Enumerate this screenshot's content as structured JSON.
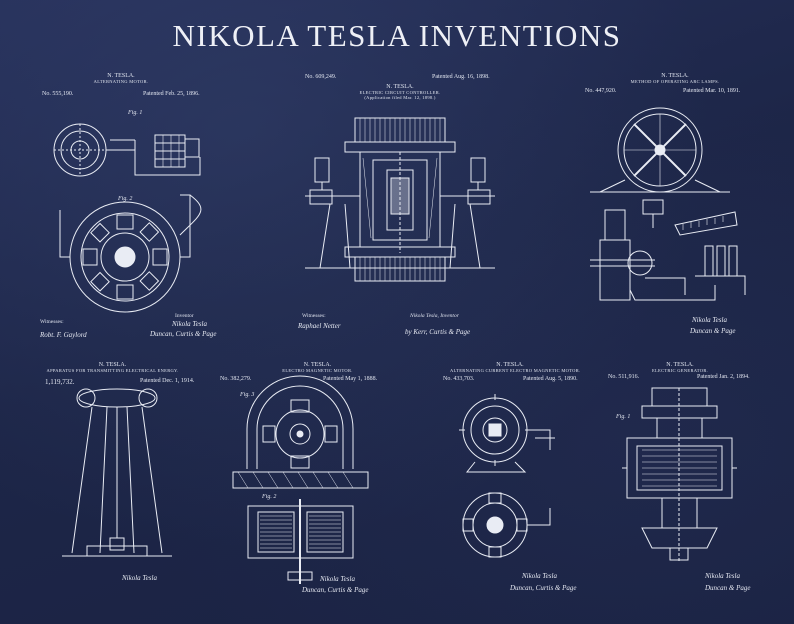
{
  "poster": {
    "title": "NIKOLA TESLA INVENTIONS",
    "background_color": "#1c2546",
    "ink_color": "#e9ecf4"
  },
  "patents": [
    {
      "inventor": "N. TESLA.",
      "subtitle": "ALTERNATING MOTOR.",
      "number": "No. 555,190.",
      "date": "Patented Feb. 25, 1896.",
      "fig_labels": [
        "Fig. 1",
        "Fig. 2"
      ],
      "witnesses_label": "Witnesses:",
      "inventor_label": "Inventor",
      "signature_inventor": "Nikola Tesla",
      "signature_attorneys": "Duncan, Curtis & Page",
      "signature_witness": "Robt. F. Gaylord"
    },
    {
      "number": "No. 609,249.",
      "inventor": "N. TESLA.",
      "date": "Patented Aug. 16, 1898.",
      "subtitle": "ELECTRIC CIRCUIT CONTROLLER.",
      "application": "(Application filed Mar. 12, 1898.)",
      "witnesses_label": "Witnesses:",
      "inventor_label": "Nikola Tesla, Inventor",
      "signature_witness": "Raphael Netter",
      "signature_attorneys": "by Kerr, Curtis & Page"
    },
    {
      "inventor": "N. TESLA.",
      "subtitle": "METHOD OF OPERATING ARC LAMPS.",
      "number": "No. 447,920.",
      "date": "Patented Mar. 10, 1891.",
      "signature_inventor": "Nikola Tesla",
      "signature_attorneys": "Duncan & Page"
    },
    {
      "inventor": "N. TESLA.",
      "subtitle": "APPARATUS FOR TRANSMITTING ELECTRICAL ENERGY.",
      "number": "1,119,732.",
      "date": "Patented Dec. 1, 1914.",
      "signature_inventor": "Nikola Tesla"
    },
    {
      "inventor": "N. TESLA.",
      "subtitle": "ELECTRO MAGNETIC MOTOR.",
      "number": "No. 382,279.",
      "date": "Patented May 1, 1888.",
      "fig_labels": [
        "Fig. 3",
        "Fig. 2"
      ],
      "signature_inventor": "Nikola Tesla",
      "signature_attorneys": "Duncan, Curtis & Page"
    },
    {
      "inventor": "N. TESLA.",
      "subtitle": "ALTERNATING CURRENT ELECTRO MAGNETIC MOTOR.",
      "number": "No. 433,703.",
      "date": "Patented Aug. 5, 1890.",
      "signature_inventor": "Nikola Tesla",
      "signature_attorneys": "Duncan, Curtis & Page"
    },
    {
      "inventor": "N. TESLA.",
      "subtitle": "ELECTRIC GENERATOR.",
      "number": "No. 511,916.",
      "date": "Patented Jan. 2, 1894.",
      "fig_labels": [
        "Fig. 1"
      ],
      "signature_inventor": "Nikola Tesla",
      "signature_attorneys": "Duncan & Page"
    }
  ]
}
